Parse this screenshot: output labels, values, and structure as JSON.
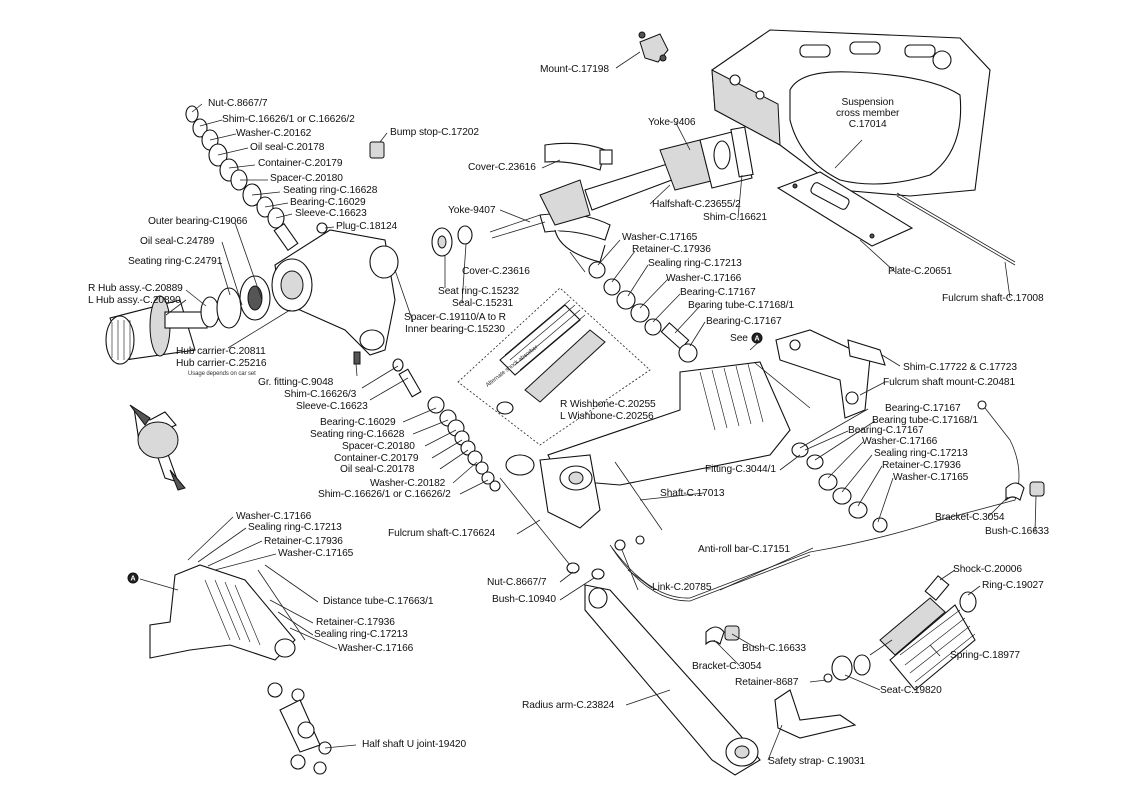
{
  "labels": {
    "mount": "Mount-C.17198",
    "nut_top": "Nut-C.8667/7",
    "shim_top": "Shim-C.16626/1 or C.16626/2",
    "washer_20162": "Washer-C.20162",
    "bump_stop": "Bump stop-C.17202",
    "oil_seal_top": "Oil seal-C.20178",
    "container_top": "Container-C.20179",
    "spacer_top": "Spacer-C.20180",
    "seating_ring_top": "Seating ring-C.16628",
    "bearing_top": "Bearing-C.16029",
    "sleeve_top": "Sleeve-C.16623",
    "plug": "Plug-C.18124",
    "outer_bearing": "Outer bearing-C19066",
    "oil_seal_24789": "Oil seal-C.24789",
    "seating_ring_24791": "Seating ring-C.24791",
    "r_hub": "R Hub assy.-C.20889",
    "l_hub": "L Hub assy.-C.20890",
    "hub_carrier_r": "Hub carrier-C.20811",
    "hub_carrier_l": "Hub carrier-C.25216",
    "hub_note": "Usage depends on car set",
    "gr_fitting": "Gr. fitting-C.9048",
    "shim_mid": "Shim-C.16626/3",
    "sleeve_mid": "Sleeve-C.16623",
    "bearing_mid": "Bearing-C.16029",
    "seating_ring_mid": "Seating ring-C.16628",
    "spacer_mid": "Spacer-C.20180",
    "container_mid": "Container-C.20179",
    "oil_seal_mid": "Oil seal-C.20178",
    "washer_mid": "Washer-C.20182",
    "shim_bottom": "Shim-C.16626/1 or C.16626/2",
    "yoke_9406": "Yoke-9406",
    "cover_top": "Cover-C.23616",
    "yoke_9407": "Yoke-9407",
    "halfshaft": "Halfshaft-C.23655/2",
    "shim_16621": "Shim-C.16621",
    "suspension_cross_member": "Suspension\ncross member\nC.17014",
    "washer_17165": "Washer-C.17165",
    "retainer_17936": "Retainer-C.17936",
    "cover_bottom": "Cover-C.23616",
    "sealing_ring_17213": "Sealing ring-C.17213",
    "washer_17166": "Washer-C.17166",
    "seat_ring": "Seat ring-C.15232",
    "bearing_17167": "Bearing-C.17167",
    "seal_15231": "Seal-C.15231",
    "bearing_tube": "Bearing tube-C.17168/1",
    "spacer_19110": "Spacer-C.19110/A to R",
    "inner_bearing": "Inner bearing-C.15230",
    "bearing_17167b": "Bearing-C.17167",
    "plate": "Plate-C.20651",
    "fulcrum_shaft_17008": "Fulcrum shaft-C.17008",
    "see_a": "See",
    "shim_17722": "Shim-C.17722 & C.17723",
    "fulcrum_shaft_mount": "Fulcrum shaft mount-C.20481",
    "shock_note": "Alternate shock absorber",
    "r_wishbone": "R Wishbone-C.20255",
    "l_wishbone": "L Wishbone-C.20256",
    "bearing_r1": "Bearing-C.17167",
    "bearing_tube_r": "Bearing tube-C.17168/1",
    "bearing_r2": "Bearing-C.17167",
    "washer_r": "Washer-C.17166",
    "sealing_ring_r": "Sealing ring-C.17213",
    "fitting": "Fitting-C.3044/1",
    "retainer_r": "Retainer-C.17936",
    "washer_r2": "Washer-C.17165",
    "shaft_17013": "Shaft-C.17013",
    "bracket_3054_r": "Bracket-C.3054",
    "bush_16633_r": "Bush-C.16633",
    "fulcrum_shaft_17624": "Fulcrum shaft-C.176624",
    "washer_left": "Washer-C.17166",
    "sealing_ring_left": "Sealing ring-C.17213",
    "retainer_left": "Retainer-C.17936",
    "washer_left2": "Washer-C.17165",
    "anti_roll_bar": "Anti-roll bar-C.17151",
    "shock": "Shock-C.20006",
    "ring_19027": "Ring-C.19027",
    "nut_bottom": "Nut-C.8667/7",
    "link": "Link-C.20785",
    "bush_10940": "Bush-C.10940",
    "distance_tube": "Distance tube-C.17663/1",
    "retainer_left2": "Retainer-C.17936",
    "sealing_ring_left2": "Sealing ring-C.17213",
    "washer_left3": "Washer-C.17166",
    "bush_16633_b": "Bush-C.16633",
    "spring": "Spring-C.18977",
    "bracket_3054_b": "Bracket-C.3054",
    "retainer_8687": "Retainer-8687",
    "seat_19820": "Seat-C.19820",
    "radius_arm": "Radius arm-C.23824",
    "half_shaft_u_joint": "Half shaft U joint-19420",
    "safety_strap": "Safety strap- C.19031",
    "circle_a": "A"
  }
}
